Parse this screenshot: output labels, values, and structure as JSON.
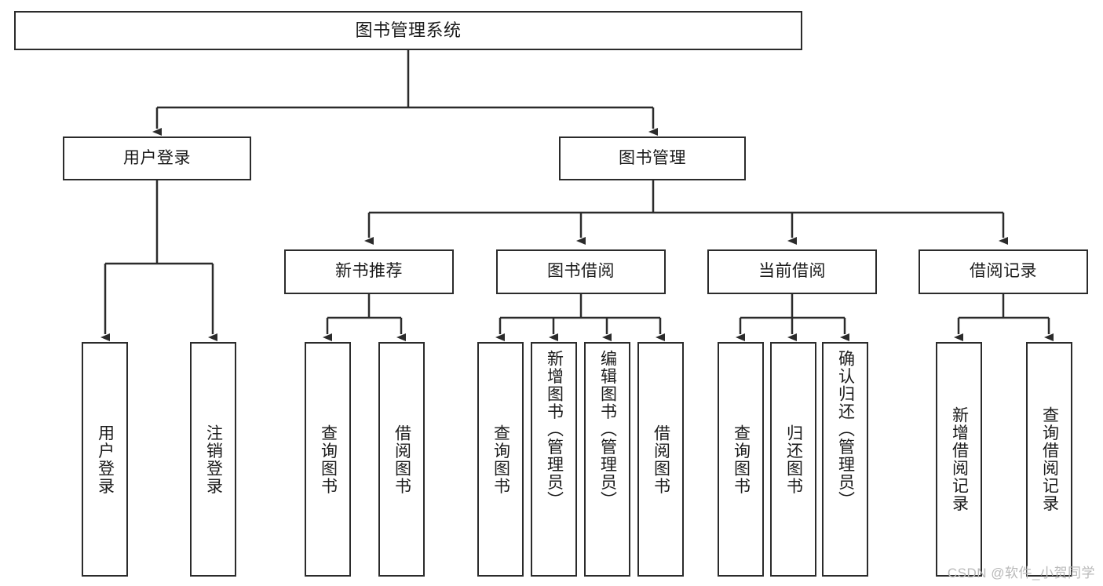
{
  "diagram": {
    "title": "图书管理系统",
    "type": "tree",
    "watermark": "CSDN @软件_小贺同学",
    "colors": {
      "stroke": "#2b2b2b",
      "fill": "#ffffff",
      "text": "#1a1a1a",
      "watermark": "#b9b9b9"
    },
    "nodes": {
      "root": {
        "label": "图书管理系统"
      },
      "level2": [
        {
          "id": "user-login",
          "label": "用户登录"
        },
        {
          "id": "book-management",
          "label": "图书管理"
        }
      ],
      "level3": [
        {
          "id": "new-book-recommend",
          "label": "新书推荐"
        },
        {
          "id": "book-borrow",
          "label": "图书借阅"
        },
        {
          "id": "current-borrow",
          "label": "当前借阅"
        },
        {
          "id": "borrow-record",
          "label": "借阅记录"
        }
      ],
      "leaves": {
        "user_login": [
          {
            "id": "leaf-user-login",
            "label": "用户登录"
          },
          {
            "id": "leaf-logout",
            "label": "注销登录"
          }
        ],
        "new_book_recommend": [
          {
            "id": "leaf-query-book-1",
            "label": "查询图书"
          },
          {
            "id": "leaf-borrow-book-1",
            "label": "借阅图书"
          }
        ],
        "book_borrow": [
          {
            "id": "leaf-query-book-2",
            "label": "查询图书"
          },
          {
            "id": "leaf-add-book",
            "label": "新增图书（管理员）"
          },
          {
            "id": "leaf-edit-book",
            "label": "编辑图书（管理员）"
          },
          {
            "id": "leaf-borrow-book-2",
            "label": "借阅图书"
          }
        ],
        "current_borrow": [
          {
            "id": "leaf-query-book-3",
            "label": "查询图书"
          },
          {
            "id": "leaf-return-book",
            "label": "归还图书"
          },
          {
            "id": "leaf-confirm-return",
            "label": "确认归还（管理员）"
          }
        ],
        "borrow_record": [
          {
            "id": "leaf-add-record",
            "label": "新增借阅记录"
          },
          {
            "id": "leaf-query-record",
            "label": "查询借阅记录"
          }
        ]
      }
    }
  }
}
